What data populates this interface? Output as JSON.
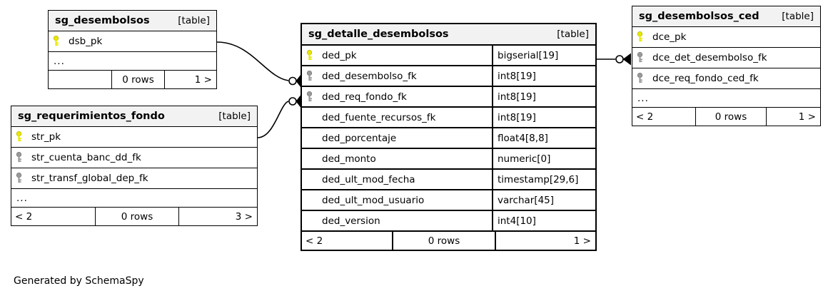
{
  "diagram": {
    "caption": "Generated by SchemaSpy",
    "background_color": "#ffffff",
    "line_color": "#000000",
    "header_fill": "#f2f2f2",
    "pk_key_color": "#e8e800",
    "fk_key_color": "#9a9a9a"
  },
  "tables": [
    {
      "id": "sg_desembolsos",
      "name": "sg_desembolsos",
      "tag": "[table]",
      "columns": [
        {
          "key": "pk",
          "name": "dsb_pk",
          "type": ""
        }
      ],
      "has_ellipsis": true,
      "ellipsis": "...",
      "footer": {
        "prev": "",
        "rows": "0 rows",
        "next": "1 >"
      }
    },
    {
      "id": "sg_requerimientos_fondo",
      "name": "sg_requerimientos_fondo",
      "tag": "[table]",
      "columns": [
        {
          "key": "pk",
          "name": "str_pk",
          "type": ""
        },
        {
          "key": "fk",
          "name": "str_cuenta_banc_dd_fk",
          "type": ""
        },
        {
          "key": "fk",
          "name": "str_transf_global_dep_fk",
          "type": ""
        }
      ],
      "has_ellipsis": true,
      "ellipsis": "...",
      "footer": {
        "prev": "< 2",
        "rows": "0 rows",
        "next": "3 >"
      }
    },
    {
      "id": "sg_detalle_desembolsos",
      "name": "sg_detalle_desembolsos",
      "tag": "[table]",
      "columns": [
        {
          "key": "pk",
          "name": "ded_pk",
          "type": "bigserial[19]"
        },
        {
          "key": "fk",
          "name": "ded_desembolso_fk",
          "type": "int8[19]"
        },
        {
          "key": "fk",
          "name": "ded_req_fondo_fk",
          "type": "int8[19]"
        },
        {
          "key": "none",
          "name": "ded_fuente_recursos_fk",
          "type": "int8[19]"
        },
        {
          "key": "none",
          "name": "ded_porcentaje",
          "type": "float4[8,8]"
        },
        {
          "key": "none",
          "name": "ded_monto",
          "type": "numeric[0]"
        },
        {
          "key": "none",
          "name": "ded_ult_mod_fecha",
          "type": "timestamp[29,6]"
        },
        {
          "key": "none",
          "name": "ded_ult_mod_usuario",
          "type": "varchar[45]"
        },
        {
          "key": "none",
          "name": "ded_version",
          "type": "int4[10]"
        }
      ],
      "has_ellipsis": false,
      "ellipsis": "",
      "footer": {
        "prev": "< 2",
        "rows": "0 rows",
        "next": "1 >"
      }
    },
    {
      "id": "sg_desembolsos_ced",
      "name": "sg_desembolsos_ced",
      "tag": "[table]",
      "columns": [
        {
          "key": "pk",
          "name": "dce_pk",
          "type": ""
        },
        {
          "key": "fk",
          "name": "dce_det_desembolso_fk",
          "type": ""
        },
        {
          "key": "fk",
          "name": "dce_req_fondo_ced_fk",
          "type": ""
        }
      ],
      "has_ellipsis": true,
      "ellipsis": "...",
      "footer": {
        "prev": "< 2",
        "rows": "0 rows",
        "next": "1 >"
      }
    }
  ],
  "relationships": [
    {
      "id": "rel-desembolsos-detalle",
      "from": "sg_desembolsos",
      "to": "sg_detalle_desembolsos"
    },
    {
      "id": "rel-requerimientos-detalle",
      "from": "sg_requerimientos_fondo",
      "to": "sg_detalle_desembolsos"
    },
    {
      "id": "rel-detalle-ced",
      "from": "sg_detalle_desembolsos",
      "to": "sg_desembolsos_ced"
    }
  ]
}
